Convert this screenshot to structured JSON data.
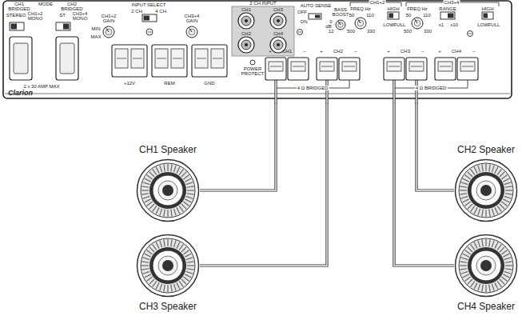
{
  "diagram": {
    "nodes": [
      {
        "text": [
          "Clarion"
        ]
      },
      {
        "text": [
          "CH1 Speaker"
        ]
      },
      {
        "text": [
          "CH2 Speaker"
        ]
      },
      {
        "text": [
          "CH3 Speaker"
        ]
      },
      {
        "text": [
          "CH4 Speaker"
        ]
      }
    ],
    "edges": [
      {
        "from": 0,
        "to": 1,
        "arrow": "none"
      },
      {
        "from": 0,
        "to": 2,
        "arrow": "none"
      },
      {
        "from": 0,
        "to": 3,
        "arrow": "none"
      },
      {
        "from": 0,
        "to": 4,
        "arrow": "none"
      }
    ],
    "labels": [
      "CH1",
      "BRIDGED",
      "MODE",
      "CH2",
      "BRIDGED",
      "STEREO",
      "CH1+2",
      "MONO",
      "ST",
      "CH3+4",
      "MONO",
      "2 x 30 AMP MAX",
      "INPUT SELECT",
      "2 CH.",
      "4 CH.",
      "CH1+2",
      "GAIN",
      "MIN",
      "MAX",
      "CH3+4",
      "GAIN",
      "+12V",
      "REM",
      "GND",
      "2 CH INPUT",
      "CH1",
      "CH3",
      "CH2",
      "CH4",
      "POWER",
      "PROTECT",
      "AUTO SENSE",
      "OFF",
      "ON",
      "BASS",
      "BOOST",
      "0",
      "dB",
      "12",
      "CH1+2",
      "FREQ Hz",
      "50",
      "110",
      "500",
      "330",
      "HIGH",
      "LOW",
      "FULL",
      "CH3+4",
      "FREQ Hz",
      "50",
      "110",
      "500",
      "330",
      "RANGE",
      "x1",
      "x10",
      "HIGH",
      "LOW",
      "FULL",
      "+",
      "CH1",
      "−",
      "+",
      "CH2",
      "−",
      "+",
      "CH3",
      "−",
      "+",
      "CH4",
      "−",
      "4 Ω BRIDGED",
      "4 Ω BRIDGED"
    ]
  }
}
